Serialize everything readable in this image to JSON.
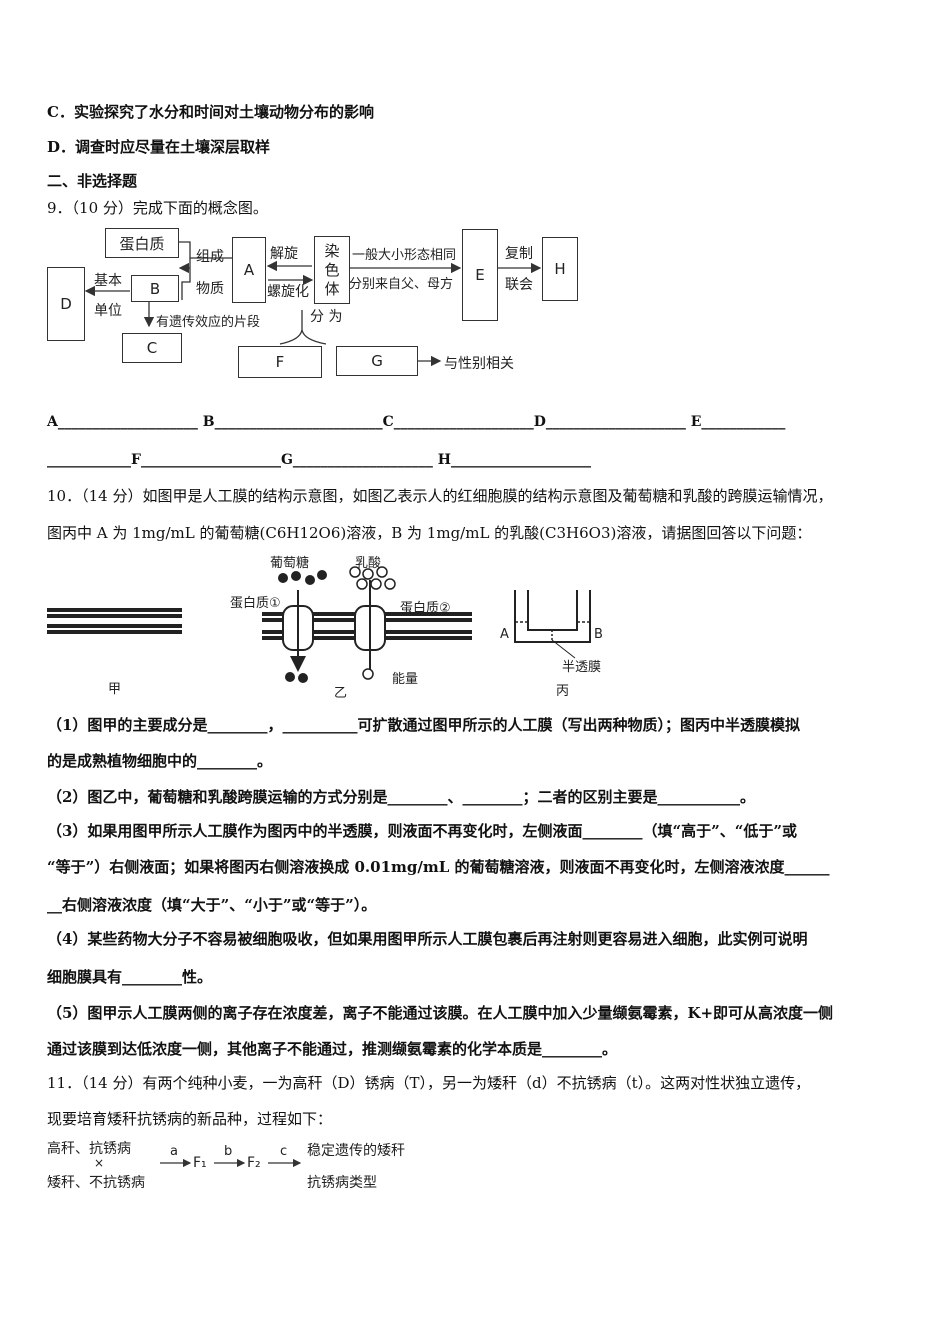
{
  "q8_options": {
    "c": "C．实验探究了水分和时间对土壤动物分布的影响",
    "d": "D．调查时应尽量在土壤深层取样"
  },
  "section2_title": "二、非选择题",
  "q9": {
    "stem": "9．（10 分）完成下面的概念图。",
    "diagram": {
      "danbaizhi": "蛋白质",
      "zucheng": "组成",
      "wuzhi": "物质",
      "a": "A",
      "jiexuan": "解旋",
      "luoxuanhua": "螺旋化",
      "ranseti": [
        "染",
        "色",
        "体"
      ],
      "yiban": "一般大小形态相同",
      "fenbie": "分别来自父、母方",
      "e": "E",
      "fuzhi": "复制",
      "lianhui": "联会",
      "h": "H",
      "d": "D",
      "jiben": "基本",
      "danwei": "单位",
      "b": "B",
      "youyichuan": "有遗传效应的片段",
      "c": "C",
      "fenwei": "分 为",
      "f": "F",
      "g": "G",
      "xingbie": "与性别相关"
    },
    "answer_line1": "A____________________ B________________________C____________________D____________________ E____________",
    "answer_line2": "____________F____________________G____________________ H____________________"
  },
  "q10": {
    "stem1": "10．（14 分）如图甲是人工膜的结构示意图，如图乙表示人的红细胞膜的结构示意图及葡萄糖和乳酸的跨膜运输情况，",
    "stem2": "图丙中 A 为 1mg/mL 的葡萄糖(C6H12O6)溶液，B 为 1mg/mL 的乳酸(C3H6O3)溶液，请据图回答以下问题：",
    "figure": {
      "jia": "甲",
      "yi": "乙",
      "bing": "丙",
      "putaotang": "葡萄糖",
      "rusuan": "乳酸",
      "dbz1": "蛋白质①",
      "dbz2": "蛋白质②",
      "nengliang": "能量",
      "a": "A",
      "b": "B",
      "bantoumo": "半透膜"
    },
    "p1a": "（1）图甲的主要成分是________，__________可扩散通过图甲所示的人工膜（写出两种物质）；图丙中半透膜模拟",
    "p1b": "的是成熟植物细胞中的________。",
    "p2": "（2）图乙中，葡萄糖和乳酸跨膜运输的方式分别是________、________；二者的区别主要是___________。",
    "p3a": "（3）如果用图甲所示人工膜作为图丙中的半透膜，则液面不再变化时，左侧液面________（填“高于”、“低于”或",
    "p3b": "“等于”）右侧液面；如果将图丙右侧溶液换成 0.01mg/mL 的葡萄糖溶液，则液面不再变化时，左侧溶液浓度______",
    "p3c": "__右侧溶液浓度（填“大于”、“小于”或“等于”）。",
    "p4a": "（4）某些药物大分子不容易被细胞吸收，但如果用图甲所示人工膜包裹后再注射则更容易进入细胞，此实例可说明",
    "p4b": "细胞膜具有________性。",
    "p5a": "（5）图甲示人工膜两侧的离子存在浓度差，离子不能通过该膜。在人工膜中加入少量缬氨霉素，K+即可从高浓度一侧",
    "p5b": "通过该膜到达低浓度一侧，其他离子不能通过，推测缬氨霉素的化学本质是________。"
  },
  "q11": {
    "stem1": "11．（14 分）有两个纯种小麦，一为高秆（D）锈病（T），另一为矮秆（d）不抗锈病（t）。这两对性状独立遗传，",
    "stem2": "现要培育矮秆抗锈病的新品种，过程如下：",
    "flow": {
      "p1": "高秆、抗锈病",
      "cross": "×",
      "p2": "矮秆、不抗锈病",
      "a": "a",
      "f1": "F₁",
      "b": "b",
      "f2": "F₂",
      "c": "c",
      "result1": "稳定遗传的矮秆",
      "result2": "抗锈病类型"
    }
  }
}
